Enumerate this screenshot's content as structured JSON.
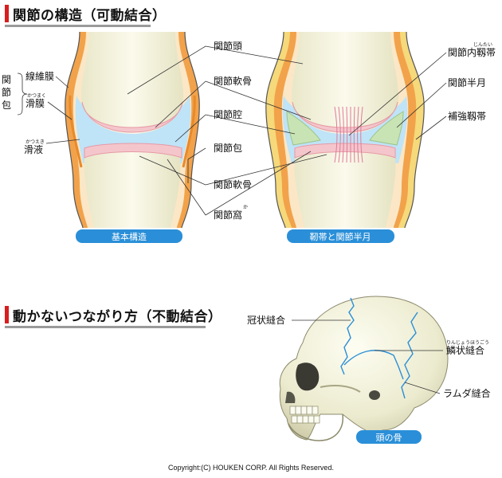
{
  "section1": {
    "title": "関節の構造（可動結合）",
    "left_labels": {
      "joint_capsule_char1": "関",
      "joint_capsule_char2": "節",
      "joint_capsule_char3": "包",
      "fibrous_membrane": "線維膜",
      "synovial_membrane": "滑膜",
      "synovial_membrane_ruby": "かつまく",
      "synovial_fluid": "滑液",
      "synovial_fluid_ruby": "かつえき"
    },
    "center_labels": {
      "head": "関節頭",
      "cartilage_top": "関節軟骨",
      "cavity": "関節腔",
      "capsule": "関節包",
      "cartilage_bottom": "関節軟骨",
      "fossa": "関節窩",
      "fossa_ruby": "か"
    },
    "right_labels": {
      "inner_ligament": "関節内靱帯",
      "inner_ligament_ruby": "じんたい",
      "meniscus": "関節半月",
      "reinforcing_ligament": "補強靱帯"
    },
    "captions": {
      "left": "基本構造",
      "right": "靭帯と関節半月"
    }
  },
  "section2": {
    "title": "動かないつながり方（不動結合）",
    "labels": {
      "coronal": "冠状縫合",
      "squamous": "鱗状縫合",
      "squamous_ruby": "りんじょうほうごう",
      "lambdoid": "ラムダ縫合"
    },
    "caption": "頭の骨"
  },
  "copyright": "Copyright:(C) HOUKEN CORP. All Rights Reserved.",
  "colors": {
    "title_bar": "#d81e1e",
    "caption_pill": "#2a8fd8",
    "bone": "#f7f6e2",
    "cartilage": "#f4c6cc",
    "synovial_fluid": "#bfe3f7",
    "membrane": "#f2a24a",
    "reinforcing_ligament": "#f5d97a"
  }
}
